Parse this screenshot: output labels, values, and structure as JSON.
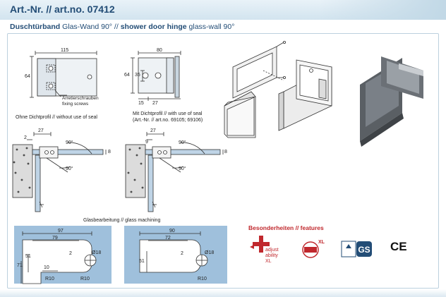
{
  "header": {
    "title": "Art.-Nr. // art.no. 07412"
  },
  "subtitle": {
    "bold1": "Duschtürband",
    "text1": " Glas-Wand 90° // ",
    "bold2": "shower door hinge",
    "text2": " glass-wall 90°"
  },
  "top_drawing": {
    "dim_115": "115",
    "dim_80": "80",
    "dim_64": "64",
    "dim_35": "35",
    "dim_15": "15",
    "dim_27": "27",
    "callout_de": "Arretierschrauben",
    "callout_en": "fixing screws"
  },
  "section_left": {
    "caption": "Ohne Dichtprofil // without use of seal",
    "dim_27": "27",
    "dim_2": "2",
    "dim_8": "8",
    "angle_top": "90°",
    "angle_bottom": "90°"
  },
  "section_right": {
    "caption_line1": "Mit Dichtprofil // with use of seal",
    "caption_line2": "(Art.-Nr. // art.no. 69105; 69106)",
    "dim_27": "27",
    "dim_9": "9",
    "dim_8": "8",
    "angle_top": "90°",
    "angle_bottom": "90°"
  },
  "machining": {
    "caption": "Glasbearbeitung // glass machining",
    "left": {
      "d97": "97",
      "d79": "79",
      "d2": "2",
      "d18": "Ø18",
      "d51": "51",
      "d71": "71",
      "d10": "10",
      "r_left": "R10",
      "r_right": "R10"
    },
    "right": {
      "d90": "90",
      "d72": "72",
      "d2": "2",
      "d18": "Ø18",
      "d51": "51",
      "r_right": "R10"
    }
  },
  "features": {
    "title": "Besonderheiten // features",
    "adjust_lines": [
      "adjust",
      "ability",
      "XL"
    ],
    "badge_text": "XL",
    "ce": "CE"
  },
  "colors": {
    "accent_blue": "#234d76",
    "feature_red": "#c0282d",
    "glass_blue": "#8ab1d1",
    "band": "#d2e4ef"
  }
}
